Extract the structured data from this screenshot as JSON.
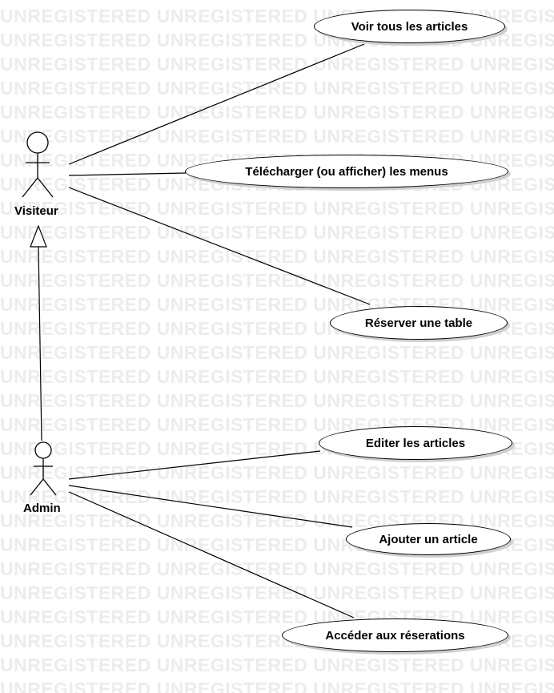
{
  "watermark": {
    "text": "UNREGISTERED"
  },
  "actors": {
    "visiteur": {
      "label": "Visiteur"
    },
    "admin": {
      "label": "Admin"
    }
  },
  "use_cases": {
    "voir_articles": "Voir tous les articles",
    "telecharger_menus": "Télécharger (ou afficher) les menus",
    "reserver_table": "Réserver une table",
    "editer_articles": "Editer les articles",
    "ajouter_article": "Ajouter un article",
    "acceder_reservations": "Accéder aux réserations"
  },
  "relations": {
    "generalization": {
      "from": "Admin",
      "to": "Visiteur"
    },
    "associations": [
      {
        "actor": "Visiteur",
        "use_case": "Voir tous les articles"
      },
      {
        "actor": "Visiteur",
        "use_case": "Télécharger (ou afficher) les menus"
      },
      {
        "actor": "Visiteur",
        "use_case": "Réserver une table"
      },
      {
        "actor": "Admin",
        "use_case": "Editer les articles"
      },
      {
        "actor": "Admin",
        "use_case": "Ajouter un article"
      },
      {
        "actor": "Admin",
        "use_case": "Accéder aux réserations"
      }
    ]
  },
  "colors": {
    "line": "#000000",
    "watermark": "#ececec",
    "shadow": "#cfcfcf",
    "background": "#ffffff"
  }
}
